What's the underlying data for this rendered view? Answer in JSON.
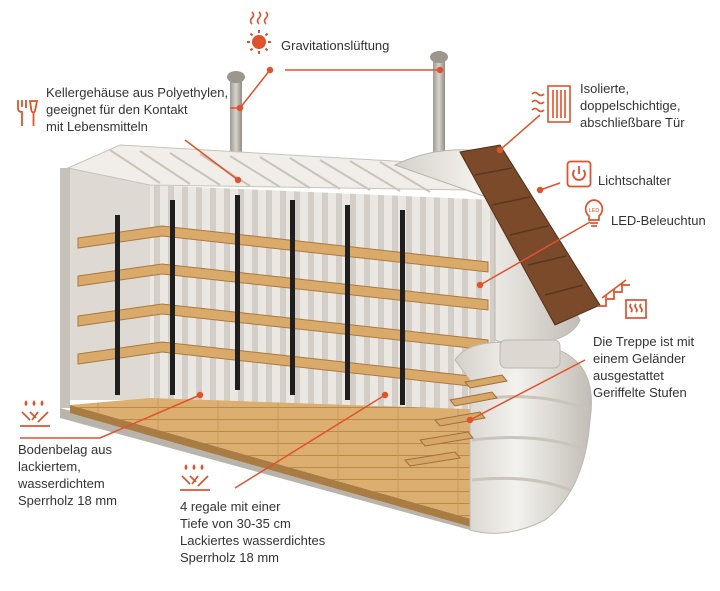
{
  "colors": {
    "accent": "#e0522b",
    "wood": "#d6a867",
    "wood_dark": "#a87a42",
    "plastic": "#e9e6e0",
    "plastic_shadow": "#c9c5bd",
    "roof_shingle": "#7a4a2a"
  },
  "labels": {
    "ventilation": "Gravitationslüftung",
    "housing": [
      "Kellergehäuse aus Polyethylen,",
      "geeignet für den Kontakt",
      "mit Lebensmitteln"
    ],
    "door": [
      "Isolierte,",
      "doppelschichtige,",
      "abschließbare Tür"
    ],
    "switch": "Lichtschalter",
    "led": "LED-Beleuchtun",
    "stairs": [
      "Die Treppe ist mit",
      "einem Geländer",
      "ausgestattet",
      "Geriffelte Stufen"
    ],
    "floor": [
      "Bodenbelag aus",
      "lackiertem,",
      "wasserdichtem",
      "Sperrholz  18 mm"
    ],
    "shelves": [
      "4 regale mit einer",
      "Tiefe von 30-35 cm",
      "Lackiertes wasserdichtes",
      "Sperrholz 18 mm"
    ]
  },
  "icons": {
    "ventilation": "sun-heat-icon",
    "housing": "food-safe-icon",
    "door": "insulated-door-icon",
    "switch": "power-switch-icon",
    "led": "led-bulb-icon",
    "stairs": "stairs-icon",
    "floor": "waterproof-floor-icon",
    "shelves": "waterproof-shelf-icon"
  }
}
